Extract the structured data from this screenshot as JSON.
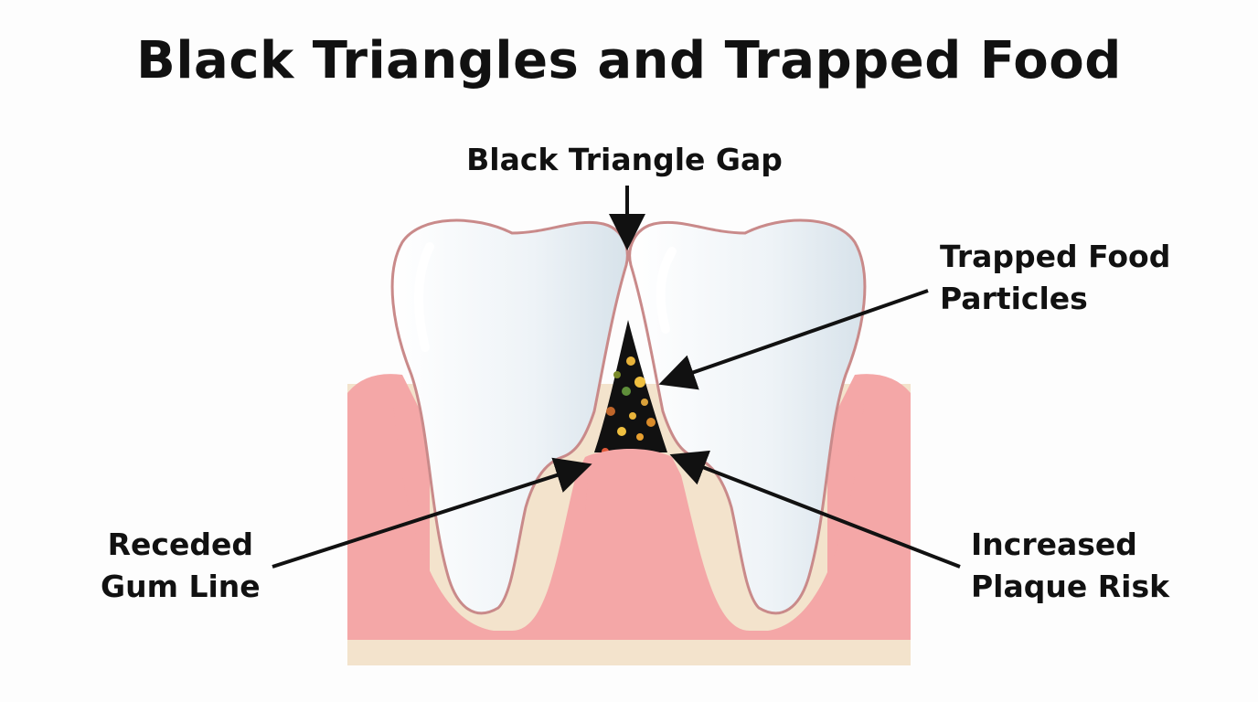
{
  "title": "Black Triangles and Trapped Food",
  "labels": {
    "gap": "Black Triangle Gap",
    "food_line1": "Trapped Food",
    "food_line2": "Particles",
    "gum_line1": "Receded",
    "gum_line2": "Gum Line",
    "plaque_line1": "Increased",
    "plaque_line2": "Plaque Risk"
  },
  "colors": {
    "background": "#fdfdfd",
    "tooth": "#eef3f7",
    "tooth_outline": "#c98a8a",
    "gum": "#f4a7a7",
    "gum_dark": "#e88f92",
    "bone": "#f3e3cc",
    "gap": "#111111"
  }
}
